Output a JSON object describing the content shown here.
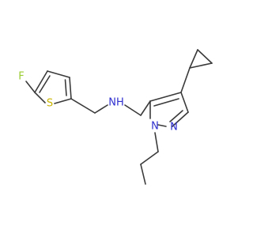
{
  "atoms": {
    "F": {
      "label": "F",
      "color": "#9acd32"
    },
    "S": {
      "label": "S",
      "color": "#c8b400"
    },
    "NH": {
      "label": "NH",
      "color": "#2f2fd0"
    },
    "N1": {
      "label": "N",
      "color": "#2f2fd0"
    },
    "N2": {
      "label": "N",
      "color": "#2f2fd0"
    }
  },
  "colors": {
    "bond": "#3a3a3a",
    "background": "#ffffff"
  }
}
